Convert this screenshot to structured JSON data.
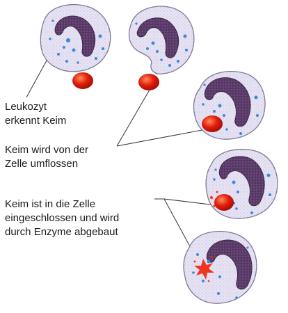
{
  "colors": {
    "cytoplasm": "#e6e2f4",
    "cytoplasm_edge": "#7d7793",
    "nucleus": "#5b3c6a",
    "nucleus_dark": "#3d2648",
    "granule": "#3f86d6",
    "germ": "#e11e0c",
    "germ_highlight": "#ff7a50",
    "enzyme_burst": "#f0341e",
    "leader_line": "#333333"
  },
  "labels": {
    "step1": [
      "Leukozyt",
      "erkennt Keim"
    ],
    "step2": [
      "Keim wird von der",
      "Zelle umflossen"
    ],
    "step3": [
      "Keim ist in die Zelle",
      "eingeschlossen und wird",
      "durch Enzyme abgebaut"
    ]
  }
}
